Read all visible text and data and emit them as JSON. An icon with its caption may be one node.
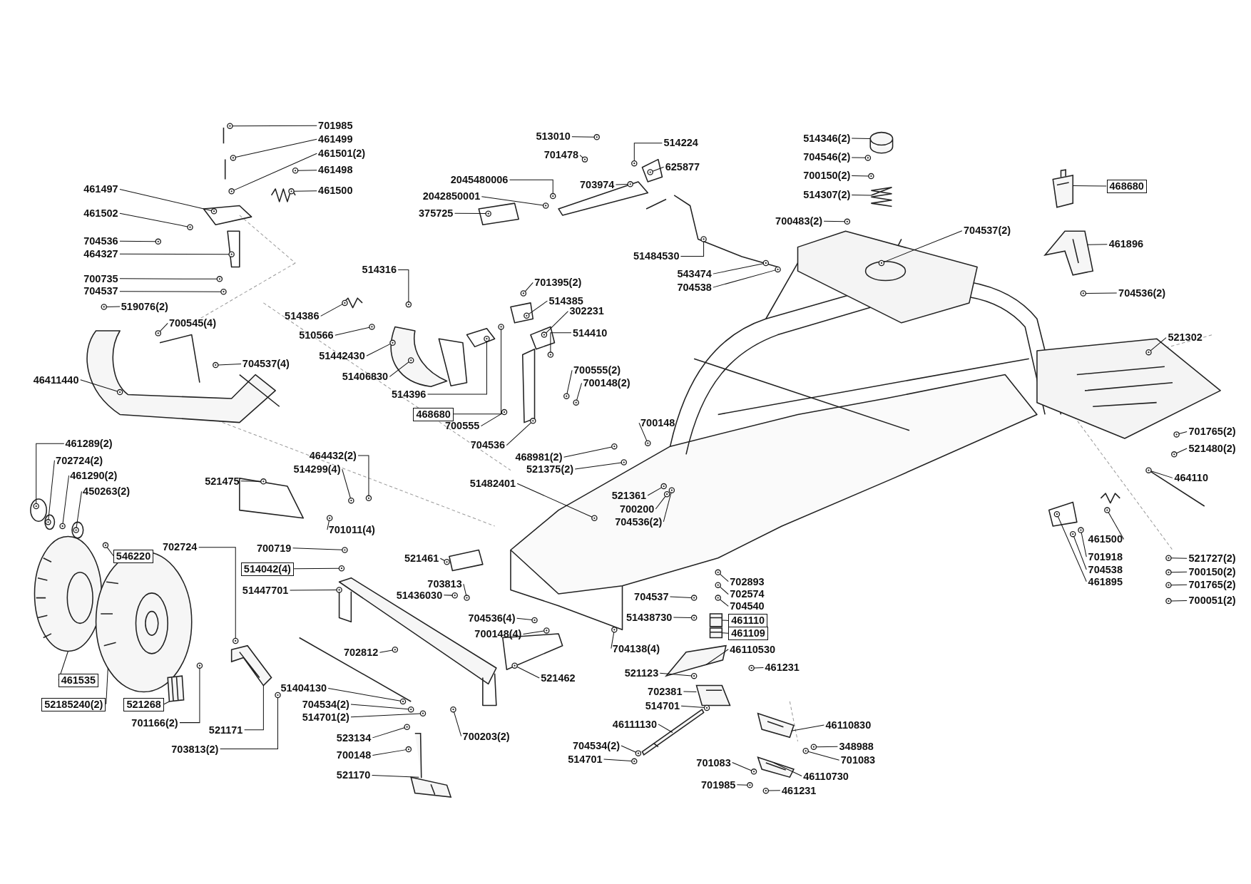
{
  "diagram": {
    "nodes": [
      {
        "text": [
          "701985"
        ]
      },
      {
        "text": [
          "461499"
        ]
      },
      {
        "text": [
          "461501(2)"
        ]
      },
      {
        "text": [
          "461498"
        ]
      },
      {
        "text": [
          "461500"
        ]
      },
      {
        "text": [
          "461497"
        ]
      },
      {
        "text": [
          "461502"
        ]
      },
      {
        "text": [
          "704536"
        ]
      },
      {
        "text": [
          "464327"
        ]
      },
      {
        "text": [
          "700735"
        ]
      },
      {
        "text": [
          "704537"
        ]
      },
      {
        "text": [
          "519076(2)"
        ]
      },
      {
        "text": [
          "700545(4)"
        ]
      },
      {
        "text": [
          "704537(4)"
        ]
      },
      {
        "text": [
          "46411440"
        ]
      },
      {
        "text": [
          "514316"
        ]
      },
      {
        "text": [
          "514386"
        ]
      },
      {
        "text": [
          "510566"
        ]
      },
      {
        "text": [
          "51442430"
        ]
      },
      {
        "text": [
          "51406830"
        ]
      },
      {
        "text": [
          "514396"
        ]
      },
      {
        "text": [
          "468680"
        ]
      },
      {
        "text": [
          "700555"
        ]
      },
      {
        "text": [
          "704536"
        ]
      },
      {
        "text": [
          "701395(2)"
        ]
      },
      {
        "text": [
          "514385"
        ]
      },
      {
        "text": [
          "302231"
        ]
      },
      {
        "text": [
          "514410"
        ]
      },
      {
        "text": [
          "700555(2)"
        ]
      },
      {
        "text": [
          "700148(2)"
        ]
      },
      {
        "text": [
          "513010"
        ]
      },
      {
        "text": [
          "701478"
        ]
      },
      {
        "text": [
          "514224"
        ]
      },
      {
        "text": [
          "625877"
        ]
      },
      {
        "text": [
          "2045480006"
        ]
      },
      {
        "text": [
          "2042850001"
        ]
      },
      {
        "text": [
          "375725"
        ]
      },
      {
        "text": [
          "703974"
        ]
      },
      {
        "text": [
          "51484530"
        ]
      },
      {
        "text": [
          "543474"
        ]
      },
      {
        "text": [
          "704538"
        ]
      },
      {
        "text": [
          "514346(2)"
        ]
      },
      {
        "text": [
          "704546(2)"
        ]
      },
      {
        "text": [
          "700150(2)"
        ]
      },
      {
        "text": [
          "514307(2)"
        ]
      },
      {
        "text": [
          "700483(2)"
        ]
      },
      {
        "text": [
          "704537(2)"
        ]
      },
      {
        "text": [
          "468680"
        ]
      },
      {
        "text": [
          "461896"
        ]
      },
      {
        "text": [
          "704536(2)"
        ]
      },
      {
        "text": [
          "521302"
        ]
      },
      {
        "text": [
          "700148"
        ]
      },
      {
        "text": [
          "468981(2)"
        ]
      },
      {
        "text": [
          "521375(2)"
        ]
      },
      {
        "text": [
          "51482401"
        ]
      },
      {
        "text": [
          "521361"
        ]
      },
      {
        "text": [
          "700200"
        ]
      },
      {
        "text": [
          "704536(2)"
        ]
      },
      {
        "text": [
          "701765(2)"
        ]
      },
      {
        "text": [
          "521480(2)"
        ]
      },
      {
        "text": [
          "464110"
        ]
      },
      {
        "text": [
          "461289(2)"
        ]
      },
      {
        "text": [
          "702724(2)"
        ]
      },
      {
        "text": [
          "461290(2)"
        ]
      },
      {
        "text": [
          "450263(2)"
        ]
      },
      {
        "text": [
          "521475"
        ]
      },
      {
        "text": [
          "514299(4)"
        ]
      },
      {
        "text": [
          "464432(2)"
        ]
      },
      {
        "text": [
          "701011(4)"
        ]
      },
      {
        "text": [
          "546220"
        ]
      },
      {
        "text": [
          "702724"
        ]
      },
      {
        "text": [
          "700719"
        ]
      },
      {
        "text": [
          "514042(4)"
        ]
      },
      {
        "text": [
          "51447701"
        ]
      },
      {
        "text": [
          "521461"
        ]
      },
      {
        "text": [
          "703813"
        ]
      },
      {
        "text": [
          "51436030"
        ]
      },
      {
        "text": [
          "704536(4)"
        ]
      },
      {
        "text": [
          "700148(4)"
        ]
      },
      {
        "text": [
          "461500"
        ]
      },
      {
        "text": [
          "701918"
        ]
      },
      {
        "text": [
          "704538"
        ]
      },
      {
        "text": [
          "461895"
        ]
      },
      {
        "text": [
          "521727(2)"
        ]
      },
      {
        "text": [
          "700150(2)"
        ]
      },
      {
        "text": [
          "701765(2)"
        ]
      },
      {
        "text": [
          "700051(2)"
        ]
      },
      {
        "text": [
          "702893"
        ]
      },
      {
        "text": [
          "702574"
        ]
      },
      {
        "text": [
          "704540"
        ]
      },
      {
        "text": [
          "461110"
        ]
      },
      {
        "text": [
          "461109"
        ]
      },
      {
        "text": [
          "704537"
        ]
      },
      {
        "text": [
          "51438730"
        ]
      },
      {
        "text": [
          "704138(4)"
        ]
      },
      {
        "text": [
          "46110530"
        ]
      },
      {
        "text": [
          "461231"
        ]
      },
      {
        "text": [
          "521123"
        ]
      },
      {
        "text": [
          "702381"
        ]
      },
      {
        "text": [
          "514701"
        ]
      },
      {
        "text": [
          "702812"
        ]
      },
      {
        "text": [
          "521462"
        ]
      },
      {
        "text": [
          "461535"
        ]
      },
      {
        "text": [
          "52185240(2)"
        ]
      },
      {
        "text": [
          "521268"
        ]
      },
      {
        "text": [
          "701166(2)"
        ]
      },
      {
        "text": [
          "521171"
        ]
      },
      {
        "text": [
          "703813(2)"
        ]
      },
      {
        "text": [
          "51404130"
        ]
      },
      {
        "text": [
          "704534(2)"
        ]
      },
      {
        "text": [
          "514701(2)"
        ]
      },
      {
        "text": [
          "700203(2)"
        ]
      },
      {
        "text": [
          "523134"
        ]
      },
      {
        "text": [
          "700148"
        ]
      },
      {
        "text": [
          "521170"
        ]
      },
      {
        "text": [
          "46111130"
        ]
      },
      {
        "text": [
          "46110830"
        ]
      },
      {
        "text": [
          "348988"
        ]
      },
      {
        "text": [
          "704534(2)"
        ]
      },
      {
        "text": [
          "514701"
        ]
      },
      {
        "text": [
          "701083"
        ]
      },
      {
        "text": [
          "701083"
        ]
      },
      {
        "text": [
          "46110730"
        ]
      },
      {
        "text": [
          "701985"
        ]
      },
      {
        "text": [
          "461231"
        ]
      },
      {
        "text": [],
        "shape": "picture"
      },
      {
        "text": [],
        "shape": "picture"
      },
      {
        "text": [],
        "shape": "picture"
      },
      {
        "text": [],
        "shape": "picture"
      },
      {
        "text": [],
        "shape": "picture"
      },
      {
        "text": [],
        "shape": "picture"
      },
      {
        "text": [],
        "shape": "picture"
      },
      {
        "text": [],
        "shape": "picture"
      },
      {
        "text": [],
        "shape": "picture"
      },
      {
        "text": [],
        "shape": "picture"
      },
      {
        "text": [],
        "shape": "picture"
      },
      {
        "text": [],
        "shape": "picture"
      },
      {
        "text": [],
        "shape": "picture"
      },
      {
        "text": [],
        "shape": "picture"
      },
      {
        "text": [],
        "shape": "picture"
      },
      {
        "text": [],
        "shape": "picture"
      },
      {
        "text": [],
        "shape": "picture"
      },
      {
        "text": [],
        "shape": "picture"
      },
      {
        "text": [],
        "shape": "picture"
      },
      {
        "text": [],
        "shape": "picture"
      },
      {
        "text": [],
        "shape": "picture"
      },
      {
        "text": [],
        "shape": "picture"
      },
      {
        "text": [],
        "shape": "picture"
      },
      {
        "text": [],
        "shape": "picture"
      },
      {
        "text": [],
        "shape": "picture"
      },
      {
        "text": [],
        "shape": "picture"
      },
      {
        "text": [],
        "shape": "picture"
      },
      {
        "text": [],
        "shape": "picture"
      },
      {
        "text": [],
        "shape": "picture"
      },
      {
        "text": [],
        "shape": "picture"
      },
      {
        "text": [],
        "shape": "picture"
      },
      {
        "text": [],
        "shape": "picture"
      },
      {
        "text": [],
        "shape": "picture"
      },
      {
        "text": [],
        "shape": "picture"
      },
      {
        "text": [],
        "shape": "picture"
      },
      {
        "text": [],
        "shape": "picture"
      },
      {
        "text": [],
        "shape": "picture"
      },
      {
        "text": [],
        "shape": "picture"
      },
      {
        "text": [],
        "shape": "picture"
      },
      {
        "text": [],
        "shape": "picture"
      },
      {
        "text": [],
        "shape": "picture"
      },
      {
        "text": [],
        "shape": "picture"
      },
      {
        "text": [],
        "shape": "picture"
      },
      {
        "text": [],
        "shape": "picture"
      },
      {
        "text": [],
        "shape": "picture"
      },
      {
        "text": [],
        "shape": "picture"
      },
      {
        "text": [],
        "shape": "picture"
      },
      {
        "text": [],
        "shape": "picture"
      },
      {
        "text": [],
        "shape": "picture"
      },
      {
        "text": [],
        "shape": "picture"
      },
      {
        "text": [],
        "shape": "picture"
      },
      {
        "text": [],
        "shape": "picture"
      },
      {
        "text": [],
        "shape": "picture"
      },
      {
        "text": [],
        "shape": "picture"
      },
      {
        "text": [],
        "shape": "picture"
      },
      {
        "text": [],
        "shape": "picture"
      },
      {
        "text": [],
        "shape": "picture"
      },
      {
        "text": [],
        "shape": "picture"
      },
      {
        "text": [],
        "shape": "picture"
      },
      {
        "text": [],
        "shape": "picture"
      },
      {
        "text": [],
        "shape": "picture"
      },
      {
        "text": [],
        "shape": "picture"
      },
      {
        "text": [],
        "shape": "picture"
      },
      {
        "text": [],
        "shape": "picture"
      },
      {
        "text": [],
        "shape": "picture"
      },
      {
        "text": [],
        "shape": "picture"
      },
      {
        "text": [],
        "shape": "picture"
      },
      {
        "text": [],
        "shape": "picture"
      },
      {
        "text": [],
        "shape": "picture"
      },
      {
        "text": [],
        "shape": "picture"
      },
      {
        "text": [],
        "shape": "picture"
      },
      {
        "text": [],
        "shape": "picture"
      },
      {
        "text": [],
        "shape": "picture"
      },
      {
        "text": [],
        "shape": "picture"
      },
      {
        "text": [],
        "shape": "picture"
      },
      {
        "text": [],
        "shape": "picture"
      },
      {
        "text": [],
        "shape": "picture"
      },
      {
        "text": [],
        "shape": "picture"
      },
      {
        "text": [],
        "shape": "picture"
      },
      {
        "text": [],
        "shape": "picture"
      },
      {
        "text": [],
        "shape": "picture"
      },
      {
        "text": [],
        "shape": "picture"
      },
      {
        "text": [],
        "shape": "picture"
      },
      {
        "text": [],
        "shape": "picture"
      },
      {
        "text": [],
        "shape": "picture"
      },
      {
        "text": [],
        "shape": "picture"
      },
      {
        "text": [],
        "shape": "picture"
      },
      {
        "text": [],
        "shape": "picture"
      },
      {
        "text": [],
        "shape": "picture"
      },
      {
        "text": [],
        "shape": "picture"
      },
      {
        "text": [],
        "shape": "picture"
      },
      {
        "text": [],
        "shape": "picture"
      },
      {
        "text": [],
        "shape": "picture"
      },
      {
        "text": [],
        "shape": "picture"
      },
      {
        "text": [],
        "shape": "picture"
      },
      {
        "text": [],
        "shape": "picture"
      },
      {
        "text": [],
        "shape": "picture"
      },
      {
        "text": [],
        "shape": "picture"
      },
      {
        "text": [],
        "shape": "picture"
      },
      {
        "text": [],
        "shape": "picture"
      },
      {
        "text": [],
        "shape": "picture"
      },
      {
        "text": [],
        "shape": "picture"
      },
      {
        "text": [],
        "shape": "picture"
      },
      {
        "text": [],
        "shape": "picture"
      },
      {
        "text": [],
        "shape": "picture"
      },
      {
        "text": [],
        "shape": "picture"
      },
      {
        "text": [],
        "shape": "picture"
      },
      {
        "text": [],
        "shape": "picture"
      },
      {
        "text": [],
        "shape": "picture"
      },
      {
        "text": [],
        "shape": "picture"
      },
      {
        "text": [],
        "shape": "picture"
      },
      {
        "text": [],
        "shape": "picture"
      },
      {
        "text": [],
        "shape": "picture"
      },
      {
        "text": [],
        "shape": "picture"
      },
      {
        "text": [],
        "shape": "picture"
      },
      {
        "text": [],
        "shape": "picture"
      },
      {
        "text": [],
        "shape": "picture"
      },
      {
        "text": [],
        "shape": "picture"
      },
      {
        "text": [],
        "shape": "picture"
      },
      {
        "text": [],
        "shape": "picture"
      },
      {
        "text": [],
        "shape": "picture"
      },
      {
        "text": [],
        "shape": "picture"
      },
      {
        "text": [],
        "shape": "picture"
      },
      {
        "text": [],
        "shape": "picture"
      },
      {
        "text": [],
        "shape": "picture"
      }
    ],
    "edges": [
      {
        "from": 0,
        "to": 125,
        "arrow": "none"
      },
      {
        "from": 1,
        "to": 126,
        "arrow": "none"
      },
      {
        "from": 2,
        "to": 127,
        "arrow": "none"
      },
      {
        "from": 3,
        "to": 128,
        "arrow": "none"
      },
      {
        "from": 4,
        "to": 129,
        "arrow": "none"
      },
      {
        "from": 5,
        "to": 130,
        "arrow": "none"
      },
      {
        "from": 6,
        "to": 131,
        "arrow": "none"
      },
      {
        "from": 7,
        "to": 132,
        "arrow": "none"
      },
      {
        "from": 8,
        "to": 133,
        "arrow": "none"
      },
      {
        "from": 9,
        "to": 134,
        "arrow": "none"
      },
      {
        "from": 10,
        "to": 135,
        "arrow": "none"
      },
      {
        "from": 11,
        "to": 136,
        "arrow": "none"
      },
      {
        "from": 12,
        "to": 137,
        "arrow": "none"
      },
      {
        "from": 13,
        "to": 138,
        "arrow": "none"
      },
      {
        "from": 14,
        "to": 139,
        "arrow": "none"
      },
      {
        "from": 15,
        "to": 140,
        "arrow": "none"
      },
      {
        "from": 16,
        "to": 141,
        "arrow": "none"
      },
      {
        "from": 17,
        "to": 142,
        "arrow": "none"
      },
      {
        "from": 18,
        "to": 143,
        "arrow": "none"
      },
      {
        "from": 19,
        "to": 144,
        "arrow": "none"
      },
      {
        "from": 20,
        "to": 145,
        "arrow": "none"
      },
      {
        "from": 21,
        "to": 146,
        "arrow": "none"
      },
      {
        "from": 22,
        "to": 147,
        "arrow": "none"
      },
      {
        "from": 23,
        "to": 148,
        "arrow": "none"
      },
      {
        "from": 24,
        "to": 149,
        "arrow": "none"
      },
      {
        "from": 25,
        "to": 150,
        "arrow": "none"
      },
      {
        "from": 26,
        "to": 151,
        "arrow": "none"
      },
      {
        "from": 27,
        "to": 152,
        "arrow": "none"
      },
      {
        "from": 28,
        "to": 153,
        "arrow": "none"
      },
      {
        "from": 29,
        "to": 154,
        "arrow": "none"
      },
      {
        "from": 30,
        "to": 155,
        "arrow": "none"
      },
      {
        "from": 31,
        "to": 156,
        "arrow": "none"
      },
      {
        "from": 32,
        "to": 157,
        "arrow": "none"
      },
      {
        "from": 33,
        "to": 158,
        "arrow": "none"
      },
      {
        "from": 34,
        "to": 159,
        "arrow": "none"
      },
      {
        "from": 35,
        "to": 160,
        "arrow": "none"
      },
      {
        "from": 36,
        "to": 161,
        "arrow": "none"
      },
      {
        "from": 37,
        "to": 162,
        "arrow": "none"
      },
      {
        "from": 38,
        "to": 163,
        "arrow": "none"
      },
      {
        "from": 39,
        "to": 164,
        "arrow": "none"
      },
      {
        "from": 40,
        "to": 165,
        "arrow": "none"
      },
      {
        "from": 41,
        "to": 166,
        "arrow": "none"
      },
      {
        "from": 42,
        "to": 167,
        "arrow": "none"
      },
      {
        "from": 43,
        "to": 168,
        "arrow": "none"
      },
      {
        "from": 44,
        "to": 169,
        "arrow": "none"
      },
      {
        "from": 45,
        "to": 170,
        "arrow": "none"
      },
      {
        "from": 46,
        "to": 171,
        "arrow": "none"
      },
      {
        "from": 47,
        "to": 172,
        "arrow": "none"
      },
      {
        "from": 48,
        "to": 173,
        "arrow": "none"
      },
      {
        "from": 49,
        "to": 174,
        "arrow": "none"
      },
      {
        "from": 50,
        "to": 175,
        "arrow": "none"
      },
      {
        "from": 51,
        "to": 176,
        "arrow": "none"
      },
      {
        "from": 52,
        "to": 177,
        "arrow": "none"
      },
      {
        "from": 53,
        "to": 178,
        "arrow": "none"
      },
      {
        "from": 54,
        "to": 179,
        "arrow": "none"
      },
      {
        "from": 55,
        "to": 180,
        "arrow": "none"
      },
      {
        "from": 56,
        "to": 181,
        "arrow": "none"
      },
      {
        "from": 57,
        "to": 182,
        "arrow": "none"
      },
      {
        "from": 58,
        "to": 183,
        "arrow": "none"
      },
      {
        "from": 59,
        "to": 184,
        "arrow": "none"
      },
      {
        "from": 60,
        "to": 185,
        "arrow": "none"
      },
      {
        "from": 61,
        "to": 186,
        "arrow": "none"
      },
      {
        "from": 62,
        "to": 187,
        "arrow": "none"
      },
      {
        "from": 63,
        "to": 188,
        "arrow": "none"
      },
      {
        "from": 64,
        "to": 189,
        "arrow": "none"
      },
      {
        "from": 65,
        "to": 190,
        "arrow": "none"
      },
      {
        "from": 66,
        "to": 191,
        "arrow": "none"
      },
      {
        "from": 67,
        "to": 192,
        "arrow": "none"
      },
      {
        "from": 68,
        "to": 193,
        "arrow": "none"
      },
      {
        "from": 69,
        "to": 194,
        "arrow": "none"
      },
      {
        "from": 70,
        "to": 195,
        "arrow": "none"
      },
      {
        "from": 71,
        "to": 196,
        "arrow": "none"
      },
      {
        "from": 72,
        "to": 197,
        "arrow": "none"
      },
      {
        "from": 73,
        "to": 198,
        "arrow": "none"
      },
      {
        "from": 74,
        "to": 199,
        "arrow": "none"
      },
      {
        "from": 75,
        "to": 200,
        "arrow": "none"
      },
      {
        "from": 76,
        "to": 201,
        "arrow": "none"
      },
      {
        "from": 77,
        "to": 202,
        "arrow": "none"
      },
      {
        "from": 78,
        "to": 203,
        "arrow": "none"
      },
      {
        "from": 79,
        "to": 204,
        "arrow": "none"
      },
      {
        "from": 80,
        "to": 205,
        "arrow": "none"
      },
      {
        "from": 81,
        "to": 206,
        "arrow": "none"
      },
      {
        "from": 82,
        "to": 207,
        "arrow": "none"
      },
      {
        "from": 83,
        "to": 208,
        "arrow": "none"
      },
      {
        "from": 84,
        "to": 209,
        "arrow": "none"
      },
      {
        "from": 85,
        "to": 210,
        "arrow": "none"
      },
      {
        "from": 86,
        "to": 211,
        "arrow": "none"
      },
      {
        "from": 87,
        "to": 212,
        "arrow": "none"
      },
      {
        "from": 88,
        "to": 213,
        "arrow": "none"
      },
      {
        "from": 89,
        "to": 214,
        "arrow": "none"
      },
      {
        "from": 90,
        "to": 215,
        "arrow": "none"
      },
      {
        "from": 91,
        "to": 216,
        "arrow": "none"
      },
      {
        "from": 92,
        "to": 217,
        "arrow": "none"
      },
      {
        "from": 93,
        "to": 218,
        "arrow": "none"
      },
      {
        "from": 94,
        "to": 219,
        "arrow": "none"
      },
      {
        "from": 95,
        "to": 220,
        "arrow": "none"
      },
      {
        "from": 96,
        "to": 221,
        "arrow": "none"
      },
      {
        "from": 97,
        "to": 222,
        "arrow": "none"
      },
      {
        "from": 98,
        "to": 223,
        "arrow": "none"
      },
      {
        "from": 99,
        "to": 224,
        "arrow": "none"
      },
      {
        "from": 100,
        "to": 225,
        "arrow": "none"
      },
      {
        "from": 101,
        "to": 226,
        "arrow": "none"
      },
      {
        "from": 102,
        "to": 227,
        "arrow": "none"
      },
      {
        "from": 103,
        "to": 228,
        "arrow": "none"
      },
      {
        "from": 104,
        "to": 229,
        "arrow": "none"
      },
      {
        "from": 105,
        "to": 230,
        "arrow": "none"
      },
      {
        "from": 106,
        "to": 231,
        "arrow": "none"
      },
      {
        "from": 107,
        "to": 232,
        "arrow": "none"
      },
      {
        "from": 108,
        "to": 233,
        "arrow": "none"
      },
      {
        "from": 109,
        "to": 234,
        "arrow": "none"
      },
      {
        "from": 110,
        "to": 235,
        "arrow": "none"
      },
      {
        "from": 111,
        "to": 236,
        "arrow": "none"
      },
      {
        "from": 112,
        "to": 237,
        "arrow": "none"
      },
      {
        "from": 113,
        "to": 238,
        "arrow": "none"
      },
      {
        "from": 114,
        "to": 239,
        "arrow": "none"
      },
      {
        "from": 115,
        "to": 240,
        "arrow": "none"
      },
      {
        "from": 116,
        "to": 241,
        "arrow": "none"
      },
      {
        "from": 117,
        "to": 242,
        "arrow": "none"
      },
      {
        "from": 118,
        "to": 243,
        "arrow": "none"
      },
      {
        "from": 119,
        "to": 244,
        "arrow": "none"
      },
      {
        "from": 120,
        "to": 245,
        "arrow": "none"
      },
      {
        "from": 121,
        "to": 246,
        "arrow": "none"
      },
      {
        "from": 122,
        "to": 247,
        "arrow": "none"
      },
      {
        "from": 123,
        "to": 248,
        "arrow": "none"
      },
      {
        "from": 124,
        "to": 249,
        "arrow": "none"
      }
    ]
  }
}
